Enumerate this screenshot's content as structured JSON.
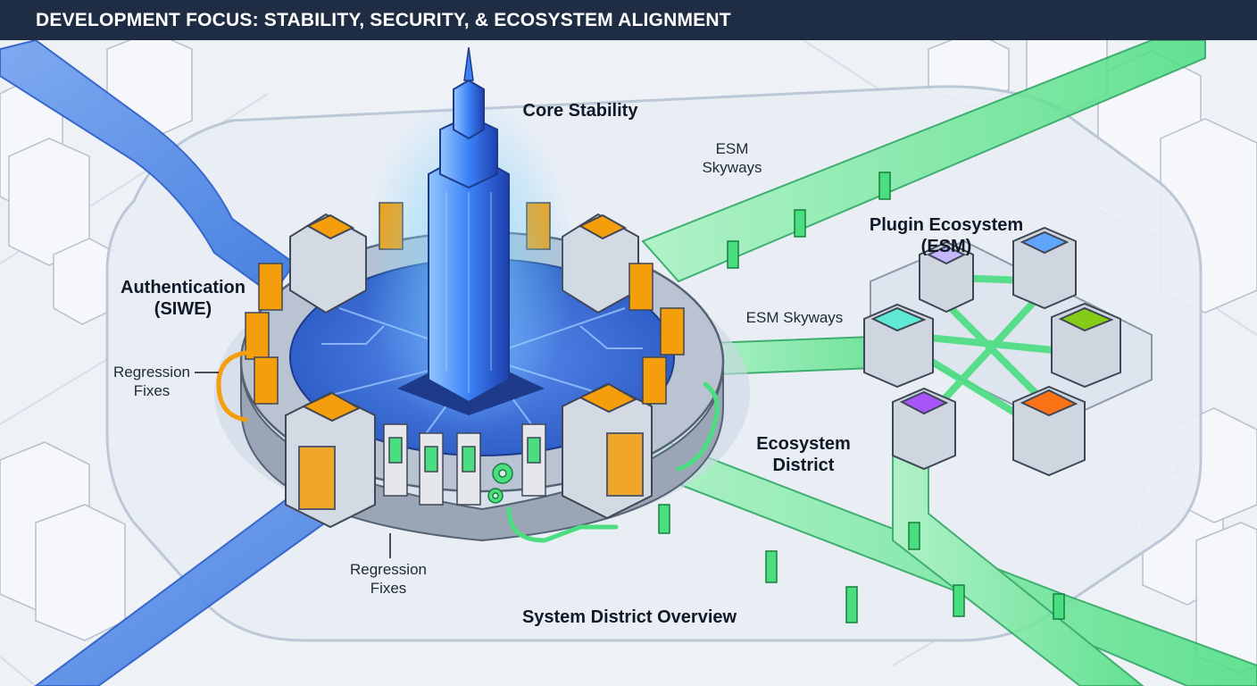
{
  "header": {
    "title": "DEVELOPMENT FOCUS: STABILITY, SECURITY, & ECOSYSTEM ALIGNMENT"
  },
  "labels": {
    "core_stability": "Core Stability",
    "esm_skyways_top": "ESM\nSkyways",
    "plugin_ecosystem": "Plugin Ecosystem\n(ESM)",
    "authentication": "Authentication\n(SIWE)",
    "esm_skyways_mid": "ESM Skyways",
    "regression_fixes_left": "Regression\nFixes",
    "ecosystem_district": "Ecosystem\nDistrict",
    "regression_fixes_bottom": "Regression\nFixes",
    "district_overview": "System District Overview"
  },
  "colors": {
    "header_bg": "#1f2d44",
    "core_blue": "#3b82f6",
    "skyway_green": "#4ade80",
    "accent_orange": "#f59e0b",
    "plugin_purple": "#a855f7",
    "plugin_orange": "#f97316",
    "plugin_blue": "#60a5fa",
    "plugin_lime": "#84cc16",
    "plugin_teal": "#5eead4"
  },
  "icons": [
    "gear-icon",
    "tower-icon",
    "plugin-module-icon",
    "gatehouse-icon"
  ]
}
